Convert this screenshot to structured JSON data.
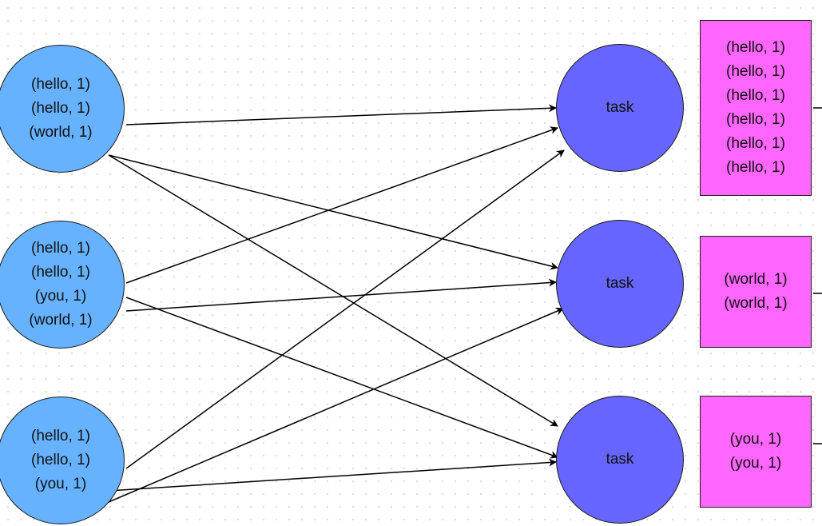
{
  "colors": {
    "source_fill": "#66b2ff",
    "task_fill": "#6666ff",
    "bucket_fill": "#ff66ff",
    "stroke": "#000000"
  },
  "sources": [
    {
      "lines": [
        "(hello, 1)",
        "(hello, 1)",
        "(world, 1)"
      ]
    },
    {
      "lines": [
        "(hello, 1)",
        "(hello, 1)",
        "(you, 1)",
        "(world, 1)"
      ]
    },
    {
      "lines": [
        "(hello, 1)",
        "(hello, 1)",
        "(you, 1)"
      ]
    }
  ],
  "tasks": [
    {
      "label": "task"
    },
    {
      "label": "task"
    },
    {
      "label": "task"
    }
  ],
  "buckets": [
    {
      "lines": [
        "(hello, 1)",
        "(hello, 1)",
        "(hello, 1)",
        "(hello, 1)",
        "(hello, 1)",
        "(hello, 1)"
      ]
    },
    {
      "lines": [
        "(world, 1)",
        "(world, 1)"
      ]
    },
    {
      "lines": [
        "(you, 1)",
        "(you, 1)"
      ]
    }
  ],
  "edges": [
    {
      "from": 0,
      "to": 0
    },
    {
      "from": 0,
      "to": 1
    },
    {
      "from": 0,
      "to": 2
    },
    {
      "from": 1,
      "to": 0
    },
    {
      "from": 1,
      "to": 1
    },
    {
      "from": 1,
      "to": 2
    },
    {
      "from": 2,
      "to": 0
    },
    {
      "from": 2,
      "to": 1
    },
    {
      "from": 2,
      "to": 2
    }
  ]
}
